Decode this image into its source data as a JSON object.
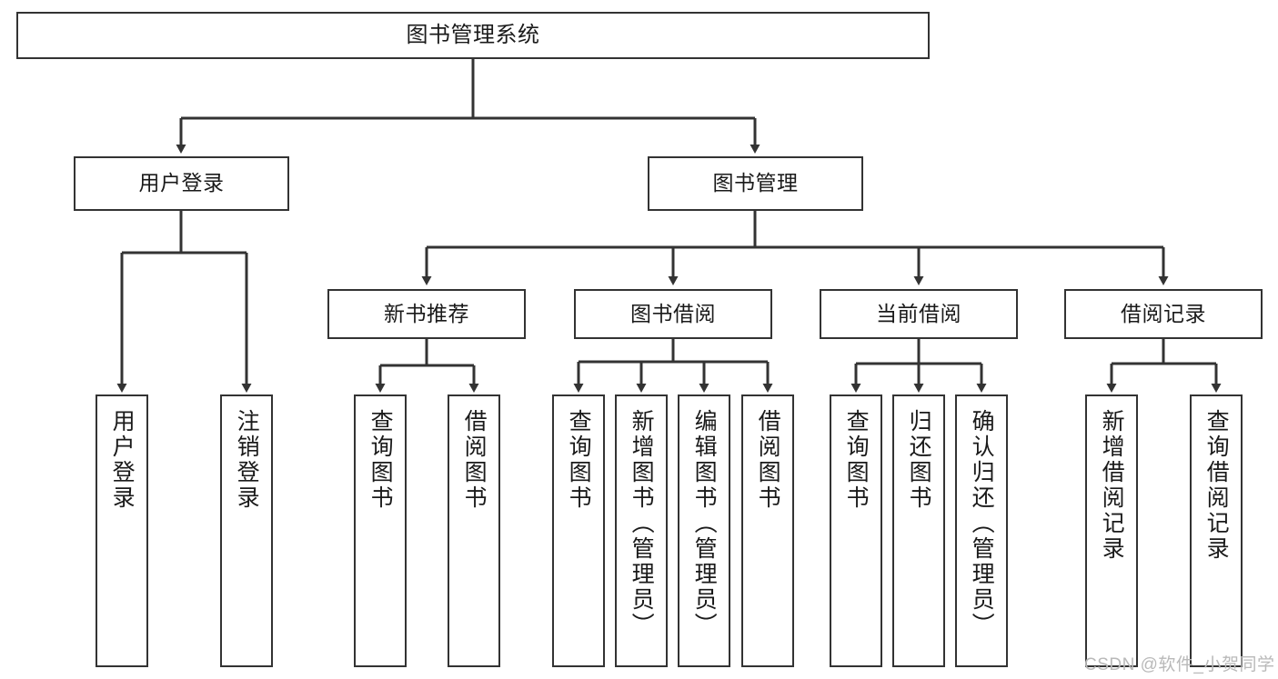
{
  "diagram": {
    "title": "图书管理系统",
    "type": "hierarchy-tree",
    "line_color": "#333333",
    "box_fill": "#ffffff",
    "text_color": "#1a1a1a"
  },
  "root": {
    "label": "图书管理系统"
  },
  "level1": [
    {
      "label": "用户登录"
    },
    {
      "label": "图书管理"
    }
  ],
  "level2": [
    {
      "label": "新书推荐"
    },
    {
      "label": "图书借阅"
    },
    {
      "label": "当前借阅"
    },
    {
      "label": "借阅记录"
    }
  ],
  "leaves": {
    "user_login": [
      {
        "label": "用户登录"
      },
      {
        "label": "注销登录"
      }
    ],
    "new_book": [
      {
        "label": "查询图书"
      },
      {
        "label": "借阅图书"
      }
    ],
    "book_borrow": [
      {
        "label": "查询图书"
      },
      {
        "label": "新增图书（管理员）"
      },
      {
        "label": "编辑图书（管理员）"
      },
      {
        "label": "借阅图书"
      }
    ],
    "current_borrow": [
      {
        "label": "查询图书"
      },
      {
        "label": "归还图书"
      },
      {
        "label": "确认归还（管理员）"
      }
    ],
    "borrow_record": [
      {
        "label": "新增借阅记录"
      },
      {
        "label": "查询借阅记录"
      }
    ]
  },
  "watermark": {
    "text": "CSDN @软件_小贺同学",
    "color": "#b9b9b9"
  }
}
